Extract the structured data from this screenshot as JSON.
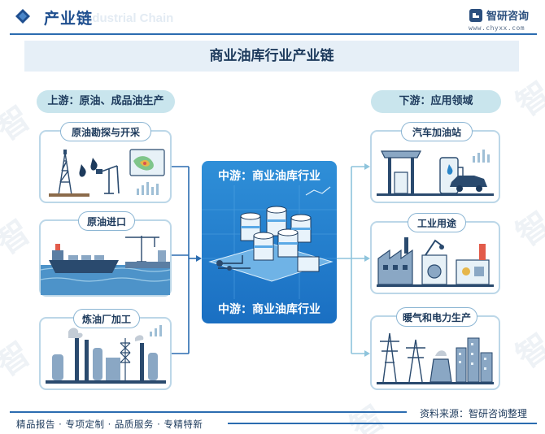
{
  "header": {
    "title": "产业链",
    "watermark": "Industrial Chain",
    "logo_name": "智研咨询",
    "logo_url": "www.chyxx.com"
  },
  "banner": {
    "title": "商业油库行业产业链"
  },
  "upstream": {
    "label": "上游：原油、成品油生产",
    "items": [
      {
        "label": "原油勘探与开采"
      },
      {
        "label": "原油进口"
      },
      {
        "label": "炼油厂加工"
      }
    ]
  },
  "midstream": {
    "label_top": "中游：商业油库行业",
    "label_bottom": "中游：商业油库行业"
  },
  "downstream": {
    "label": "下游：应用领域",
    "items": [
      {
        "label": "汽车加油站"
      },
      {
        "label": "工业用途"
      },
      {
        "label": "暖气和电力生产"
      }
    ]
  },
  "footer": {
    "source": "资料来源：智研咨询整理",
    "tagline": "精品报告 · 专项定制 · 品质服务 · 专精特新"
  },
  "colors": {
    "brand_blue": "#1f4f8f",
    "line_blue": "#2b6cb0",
    "pill_bg": "#c9e5ed",
    "box_border": "#bcd7e8",
    "mid_bg": "#1a6fc2"
  }
}
